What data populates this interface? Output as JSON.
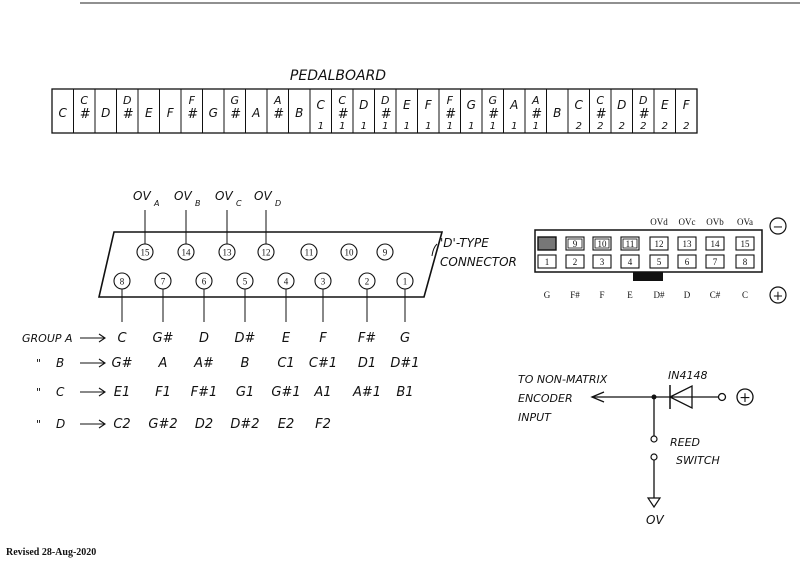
{
  "pedalboard": {
    "title": "PEDALBOARD",
    "keys": [
      {
        "n": "C",
        "o": ""
      },
      {
        "n": "C#",
        "o": ""
      },
      {
        "n": "D",
        "o": ""
      },
      {
        "n": "D#",
        "o": ""
      },
      {
        "n": "E",
        "o": ""
      },
      {
        "n": "F",
        "o": ""
      },
      {
        "n": "F#",
        "o": ""
      },
      {
        "n": "G",
        "o": ""
      },
      {
        "n": "G#",
        "o": ""
      },
      {
        "n": "A",
        "o": ""
      },
      {
        "n": "A#",
        "o": ""
      },
      {
        "n": "B",
        "o": ""
      },
      {
        "n": "C",
        "o": "1"
      },
      {
        "n": "C#",
        "o": "1"
      },
      {
        "n": "D",
        "o": "1"
      },
      {
        "n": "D#",
        "o": "1"
      },
      {
        "n": "E",
        "o": "1"
      },
      {
        "n": "F",
        "o": "1"
      },
      {
        "n": "F#",
        "o": "1"
      },
      {
        "n": "G",
        "o": "1"
      },
      {
        "n": "G#",
        "o": "1"
      },
      {
        "n": "A",
        "o": "1"
      },
      {
        "n": "A#",
        "o": "1"
      },
      {
        "n": "B",
        "o": ""
      },
      {
        "n": "C",
        "o": "2"
      },
      {
        "n": "C#",
        "o": "2"
      },
      {
        "n": "D",
        "o": "2"
      },
      {
        "n": "D#",
        "o": "2"
      },
      {
        "n": "E",
        "o": "2"
      },
      {
        "n": "F",
        "o": "2"
      }
    ]
  },
  "dconnector": {
    "label_line1": "'D'-TYPE",
    "label_line2": "CONNECTOR",
    "top_pins": [
      "15",
      "14",
      "13",
      "12",
      "11",
      "10",
      "9"
    ],
    "bottom_pins": [
      "8",
      "7",
      "6",
      "5",
      "4",
      "3",
      "2",
      "1"
    ],
    "ov_labels": [
      {
        "pin": "15",
        "main": "OV",
        "sub": "A"
      },
      {
        "pin": "14",
        "main": "OV",
        "sub": "B"
      },
      {
        "pin": "13",
        "main": "OV",
        "sub": "C"
      },
      {
        "pin": "12",
        "main": "OV",
        "sub": "D"
      }
    ]
  },
  "groups": [
    {
      "label": "GROUP A",
      "notes": [
        "C",
        "G#",
        "D",
        "D#",
        "E",
        "F",
        "F#",
        "G"
      ]
    },
    {
      "label": "B",
      "notes": [
        "G#",
        "A",
        "A#",
        "B",
        "C1",
        "C#1",
        "D1",
        "D#1"
      ]
    },
    {
      "label": "C",
      "notes": [
        "E1",
        "F1",
        "F#1",
        "G1",
        "G#1",
        "A1",
        "A#1",
        "B1"
      ]
    },
    {
      "label": "D",
      "notes": [
        "C2",
        "G#2",
        "D2",
        "D#2",
        "E2",
        "F2"
      ]
    }
  ],
  "ditto_mark": "\"",
  "header_connector": {
    "top_labels": [
      "OVd",
      "OVc",
      "OVb",
      "OVa"
    ],
    "top_pins": [
      "",
      "9",
      "10",
      "11",
      "12",
      "13",
      "14",
      "15"
    ],
    "bottom_pins": [
      "1",
      "2",
      "3",
      "4",
      "5",
      "6",
      "7",
      "8"
    ],
    "bottom_labels": [
      "G",
      "F#",
      "F",
      "E",
      "D#",
      "D",
      "C#",
      "C"
    ],
    "minus": "−",
    "plus": "+"
  },
  "circuit": {
    "encoder_label": [
      "TO NON-MATRIX",
      "ENCODER",
      "INPUT"
    ],
    "diode_label": "IN4148",
    "plus": "+",
    "switch_label": [
      "REED",
      "SWITCH"
    ],
    "ground_label": "OV"
  },
  "footer": "Revised 28-Aug-2020"
}
